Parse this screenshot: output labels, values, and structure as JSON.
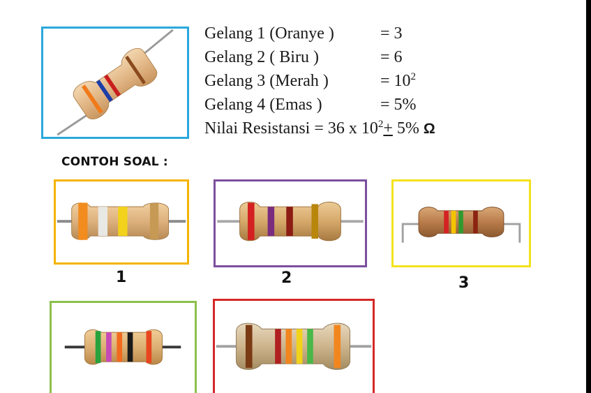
{
  "info": {
    "rows": [
      {
        "label": "Gelang 1 (Oranye )",
        "value": "= 3"
      },
      {
        "label": "Gelang 2 ( Biru )",
        "value": "= 6"
      },
      {
        "label": "Gelang 3 (Merah )",
        "value_base": "= 10",
        "value_exp": "2"
      },
      {
        "label": "Gelang 4 (Emas )",
        "value": "=  5%"
      }
    ],
    "result": {
      "prefix": "Nilai Resistansi = 36 x 10",
      "exp": "2",
      "plusminus": "+",
      "suffix": " 5% ",
      "unit": "Ω"
    }
  },
  "section_heading": "CONTOH SOAL :",
  "examples": [
    {
      "number": "1",
      "border_color": "#f4b400",
      "bands": [
        "#f28c1e",
        "#e8e8e4",
        "#f2d21a",
        "#c69a55"
      ]
    },
    {
      "number": "2",
      "border_color": "#7b4f9e",
      "bands": [
        "#d42020",
        "#7a2d7f",
        "#8c1c14",
        "#b8860b"
      ]
    },
    {
      "number": "3",
      "border_color": "#f2e21c",
      "bands": [
        "#d32323",
        "#f4c400",
        "#2f9a2f",
        "#8b2512"
      ]
    },
    {
      "number": "",
      "border_color": "#8cc04c",
      "bands": [
        "#28a23c",
        "#c54ab8",
        "#f26a1e",
        "#1a1a1a",
        "#e8461e"
      ]
    },
    {
      "number": "",
      "border_color": "#d42828",
      "bands": [
        "#7a3a14",
        "#b02020",
        "#f2861e",
        "#f2d21a",
        "#48b848",
        "#f2861e"
      ]
    }
  ],
  "sample": {
    "border_color": "#2aa8dc",
    "bands": [
      "#8a4a1e",
      "#c81e1e",
      "#1d3ea8",
      "#f07a1a"
    ]
  }
}
